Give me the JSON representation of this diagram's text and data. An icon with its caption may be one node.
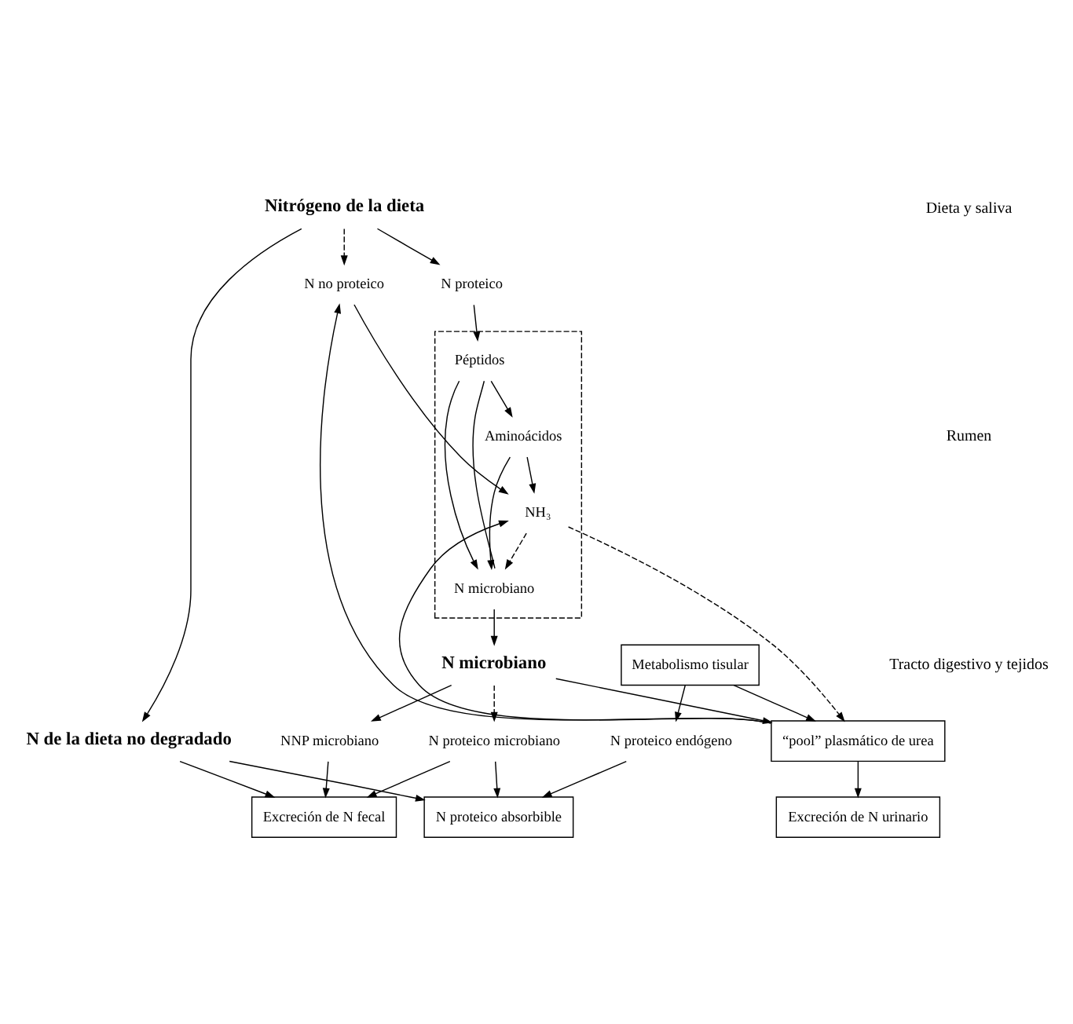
{
  "diagram": {
    "nodes": [
      {
        "text": [
          "Nitrógeno de la dieta"
        ]
      },
      {
        "text": [
          "N proteico"
        ]
      },
      {
        "text": [
          "N no proteico"
        ]
      },
      {
        "text": [],
        "shape": "box"
      },
      {
        "text": [
          "Péptidos"
        ],
        "in": 3
      },
      {
        "text": [
          "Aminoácidos"
        ],
        "in": 3
      },
      {
        "text": [
          "NH₃"
        ],
        "in": 3
      },
      {
        "text": [
          "N microbiano"
        ],
        "in": 3
      },
      {
        "text": [
          "“pool” plasmático de urea"
        ]
      },
      {
        "text": [
          "Metabolismo tisular"
        ]
      },
      {
        "text": [
          "N de la dieta no degradado"
        ]
      },
      {
        "text": [
          "N microbiano"
        ]
      },
      {
        "text": [
          "NNP microbiano"
        ]
      },
      {
        "text": [
          "N proteico microbiano"
        ]
      },
      {
        "text": [
          "Excreción de N fecal"
        ]
      },
      {
        "text": [
          "N proteico endógeno"
        ]
      },
      {
        "text": [
          "Excreción de N urinario"
        ]
      },
      {
        "text": [
          "N proteico absorbible"
        ]
      }
    ],
    "edges": [
      {
        "from": 0,
        "to": 1,
        "arrow": "to"
      },
      {
        "from": 0,
        "to": 2,
        "arrow": "to",
        "style": "dashed"
      },
      {
        "from": 0,
        "to": 10,
        "arrow": "to"
      },
      {
        "from": 1,
        "to": 4,
        "arrow": "to"
      },
      {
        "from": 4,
        "to": 5,
        "arrow": "to"
      },
      {
        "from": 5,
        "to": 6,
        "arrow": "to"
      },
      {
        "from": 2,
        "to": 6,
        "arrow": "to"
      },
      {
        "from": 6,
        "to": 8,
        "arrow": "to",
        "style": "dashed"
      },
      {
        "from": 8,
        "to": 6,
        "arrow": "to"
      },
      {
        "from": 8,
        "to": 2,
        "arrow": "to"
      },
      {
        "from": 6,
        "to": 7,
        "arrow": "to",
        "style": "dashed"
      },
      {
        "from": 4,
        "to": 7,
        "arrow": "to"
      },
      {
        "from": 5,
        "to": 7,
        "arrow": "to"
      },
      {
        "from": 4,
        "to": 7,
        "arrow": "none"
      },
      {
        "from": 7,
        "to": 11,
        "arrow": "to"
      },
      {
        "from": 11,
        "to": 8,
        "arrow": "to"
      },
      {
        "from": 9,
        "to": 8,
        "arrow": "to"
      },
      {
        "from": 9,
        "to": 15,
        "arrow": "to"
      },
      {
        "from": 8,
        "to": 16,
        "arrow": "to"
      },
      {
        "from": 10,
        "to": 14,
        "arrow": "to"
      },
      {
        "from": 10,
        "to": 17,
        "arrow": "to"
      },
      {
        "from": 11,
        "to": 12,
        "arrow": "to"
      },
      {
        "from": 11,
        "to": 13,
        "arrow": "to",
        "style": "dashed"
      },
      {
        "from": 12,
        "to": 14,
        "arrow": "to"
      },
      {
        "from": 13,
        "to": 14,
        "arrow": "to"
      },
      {
        "from": 13,
        "to": 17,
        "arrow": "to"
      },
      {
        "from": 15,
        "to": 17,
        "arrow": "to"
      }
    ],
    "labels": [
      "Dieta y saliva",
      "Rumen",
      "Tracto digestivo y tejidos"
    ]
  }
}
